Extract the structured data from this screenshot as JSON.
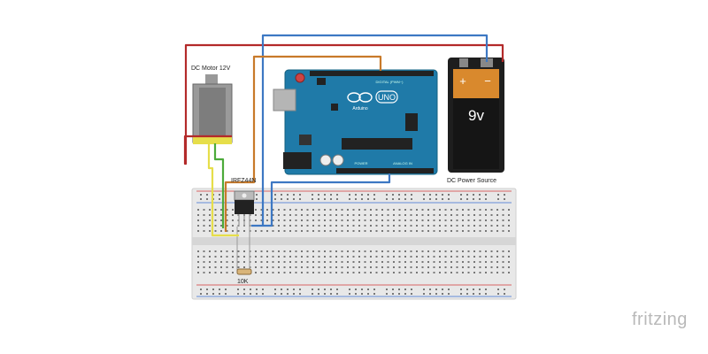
{
  "labels": {
    "motor": "DC Motor 12V",
    "mosfet": "IRFZ44N",
    "resistor": "10K",
    "battery": "DC Power Source",
    "battery_voltage": "9v",
    "battery_plus": "+",
    "battery_minus": "−",
    "arduino_model": "UNO",
    "arduino_brand": "Arduino",
    "arduino_digital": "DIGITAL (PWM~)",
    "arduino_analog": "ANALOG IN",
    "arduino_power": "POWER",
    "footer_brand": "fritzing"
  },
  "colors": {
    "wire_red": "#b32a2a",
    "wire_blue": "#3d78c3",
    "wire_orange": "#c87a2a",
    "wire_yellow": "#e6de4a",
    "wire_green": "#4caa3a",
    "board_blue": "#1f7aa8",
    "breadboard": "#e8e8e8"
  }
}
